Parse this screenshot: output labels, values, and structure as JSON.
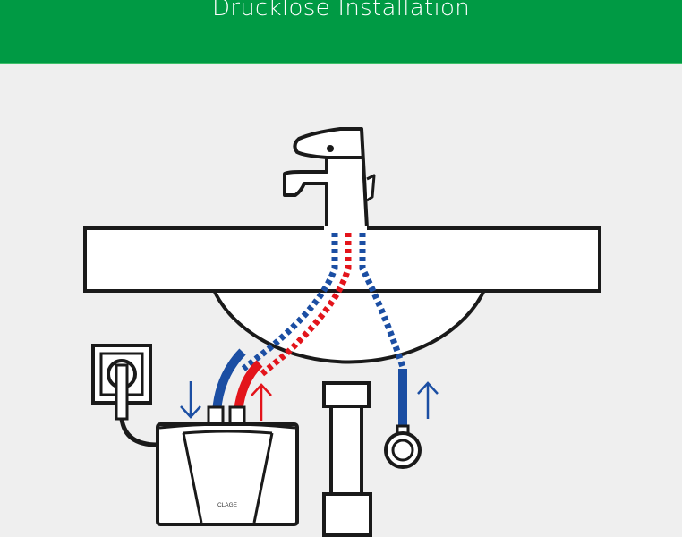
{
  "header": {
    "title": "Drucklose Installation",
    "background_color": "#009a44"
  },
  "diagram": {
    "colors": {
      "cold_water": "#1b4ea3",
      "hot_water": "#e3141b",
      "outline": "#1a1a1a",
      "fill": "#ffffff",
      "background": "#efefef"
    },
    "components": [
      {
        "name": "faucet",
        "icon": "faucet-icon"
      },
      {
        "name": "washbasin",
        "icon": "sink-icon"
      },
      {
        "name": "drain-trap",
        "icon": "pipe-icon"
      },
      {
        "name": "power-socket",
        "icon": "socket-icon"
      },
      {
        "name": "water-heater",
        "icon": "heater-icon",
        "brand": "CLAGE"
      },
      {
        "name": "angle-valve",
        "icon": "valve-icon"
      }
    ],
    "arrows": [
      {
        "name": "cold-inflow-arrow",
        "direction": "down",
        "color": "cold"
      },
      {
        "name": "hot-outflow-arrow",
        "direction": "up",
        "color": "hot"
      },
      {
        "name": "supply-arrow",
        "direction": "up",
        "color": "cold"
      }
    ],
    "heater_brand": "CLAGE"
  }
}
